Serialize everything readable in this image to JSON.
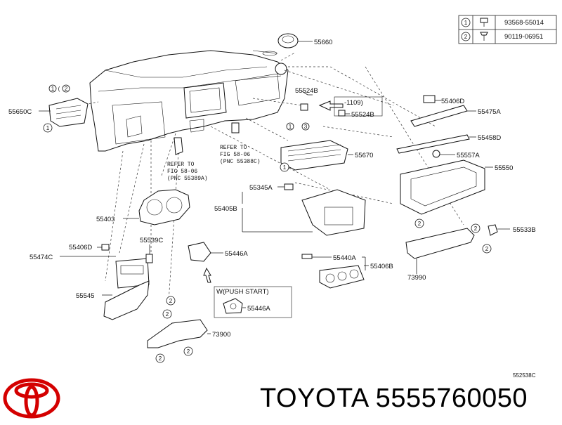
{
  "legend": [
    {
      "num": "1",
      "part": "93568-55014",
      "icon": "clip-icon"
    },
    {
      "num": "2",
      "part": "90119-06951",
      "icon": "screw-icon"
    }
  ],
  "labels": {
    "p55660": "55660",
    "p55650c": "55650C",
    "p55524b_a": "55524B",
    "p55524b_b": "55524B",
    "p1109": "-1109)",
    "p55406d_top": "55406D",
    "p55475a": "55475A",
    "p55458d": "55458D",
    "p55557a": "55557A",
    "p55550": "55550",
    "p55670": "55670",
    "p55345a": "55345A",
    "p55405b": "55405B",
    "p55403": "55403",
    "p55406d_left": "55406D",
    "p55474c": "55474C",
    "p55539c": "55539C",
    "p55446a_a": "55446A",
    "p55446a_b": "55446A",
    "p55440a": "55440A",
    "p55406b": "55406B",
    "p55533b": "55533B",
    "p73990": "73990",
    "p55545": "55545",
    "p73900": "73900",
    "push_start": "W(PUSH  START)"
  },
  "refs": {
    "ref1": [
      "REFER TO",
      "FIG 58-06",
      "(PNC 55388C)"
    ],
    "ref2": [
      "REFER TO",
      "FIG 58-06",
      "(PNC 55389A)"
    ]
  },
  "circles": {
    "c1": "1",
    "c2": "2",
    "c3": "3"
  },
  "figure_code": "552538C",
  "brand": "TOYOTA",
  "part_number": "5555760050",
  "title_line": "TOYOTA 5555760050"
}
